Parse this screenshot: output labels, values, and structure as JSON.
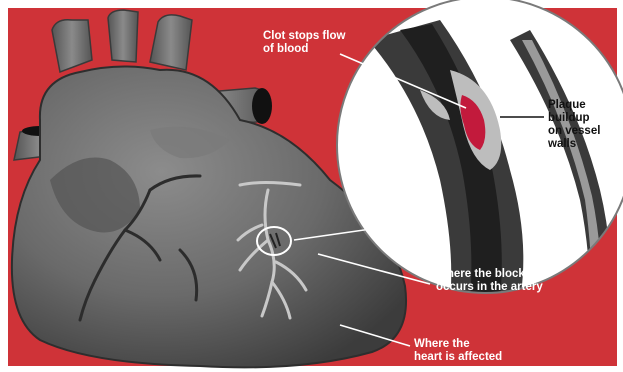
{
  "labels": {
    "clot": [
      "Clot stops flow",
      "of blood"
    ],
    "plaque": [
      "Plaque",
      "buildup",
      "on vessel",
      "walls"
    ],
    "blockage": [
      "Where the blockage",
      "occurs in the artery"
    ],
    "affected": [
      "Where the",
      "heart is affected"
    ]
  },
  "colors": {
    "background": "#cf3338",
    "heart": "#6b6b6b",
    "clot": "#c21a3c",
    "plaque": "#b9b9b9",
    "magnifier": "#ffffff"
  }
}
